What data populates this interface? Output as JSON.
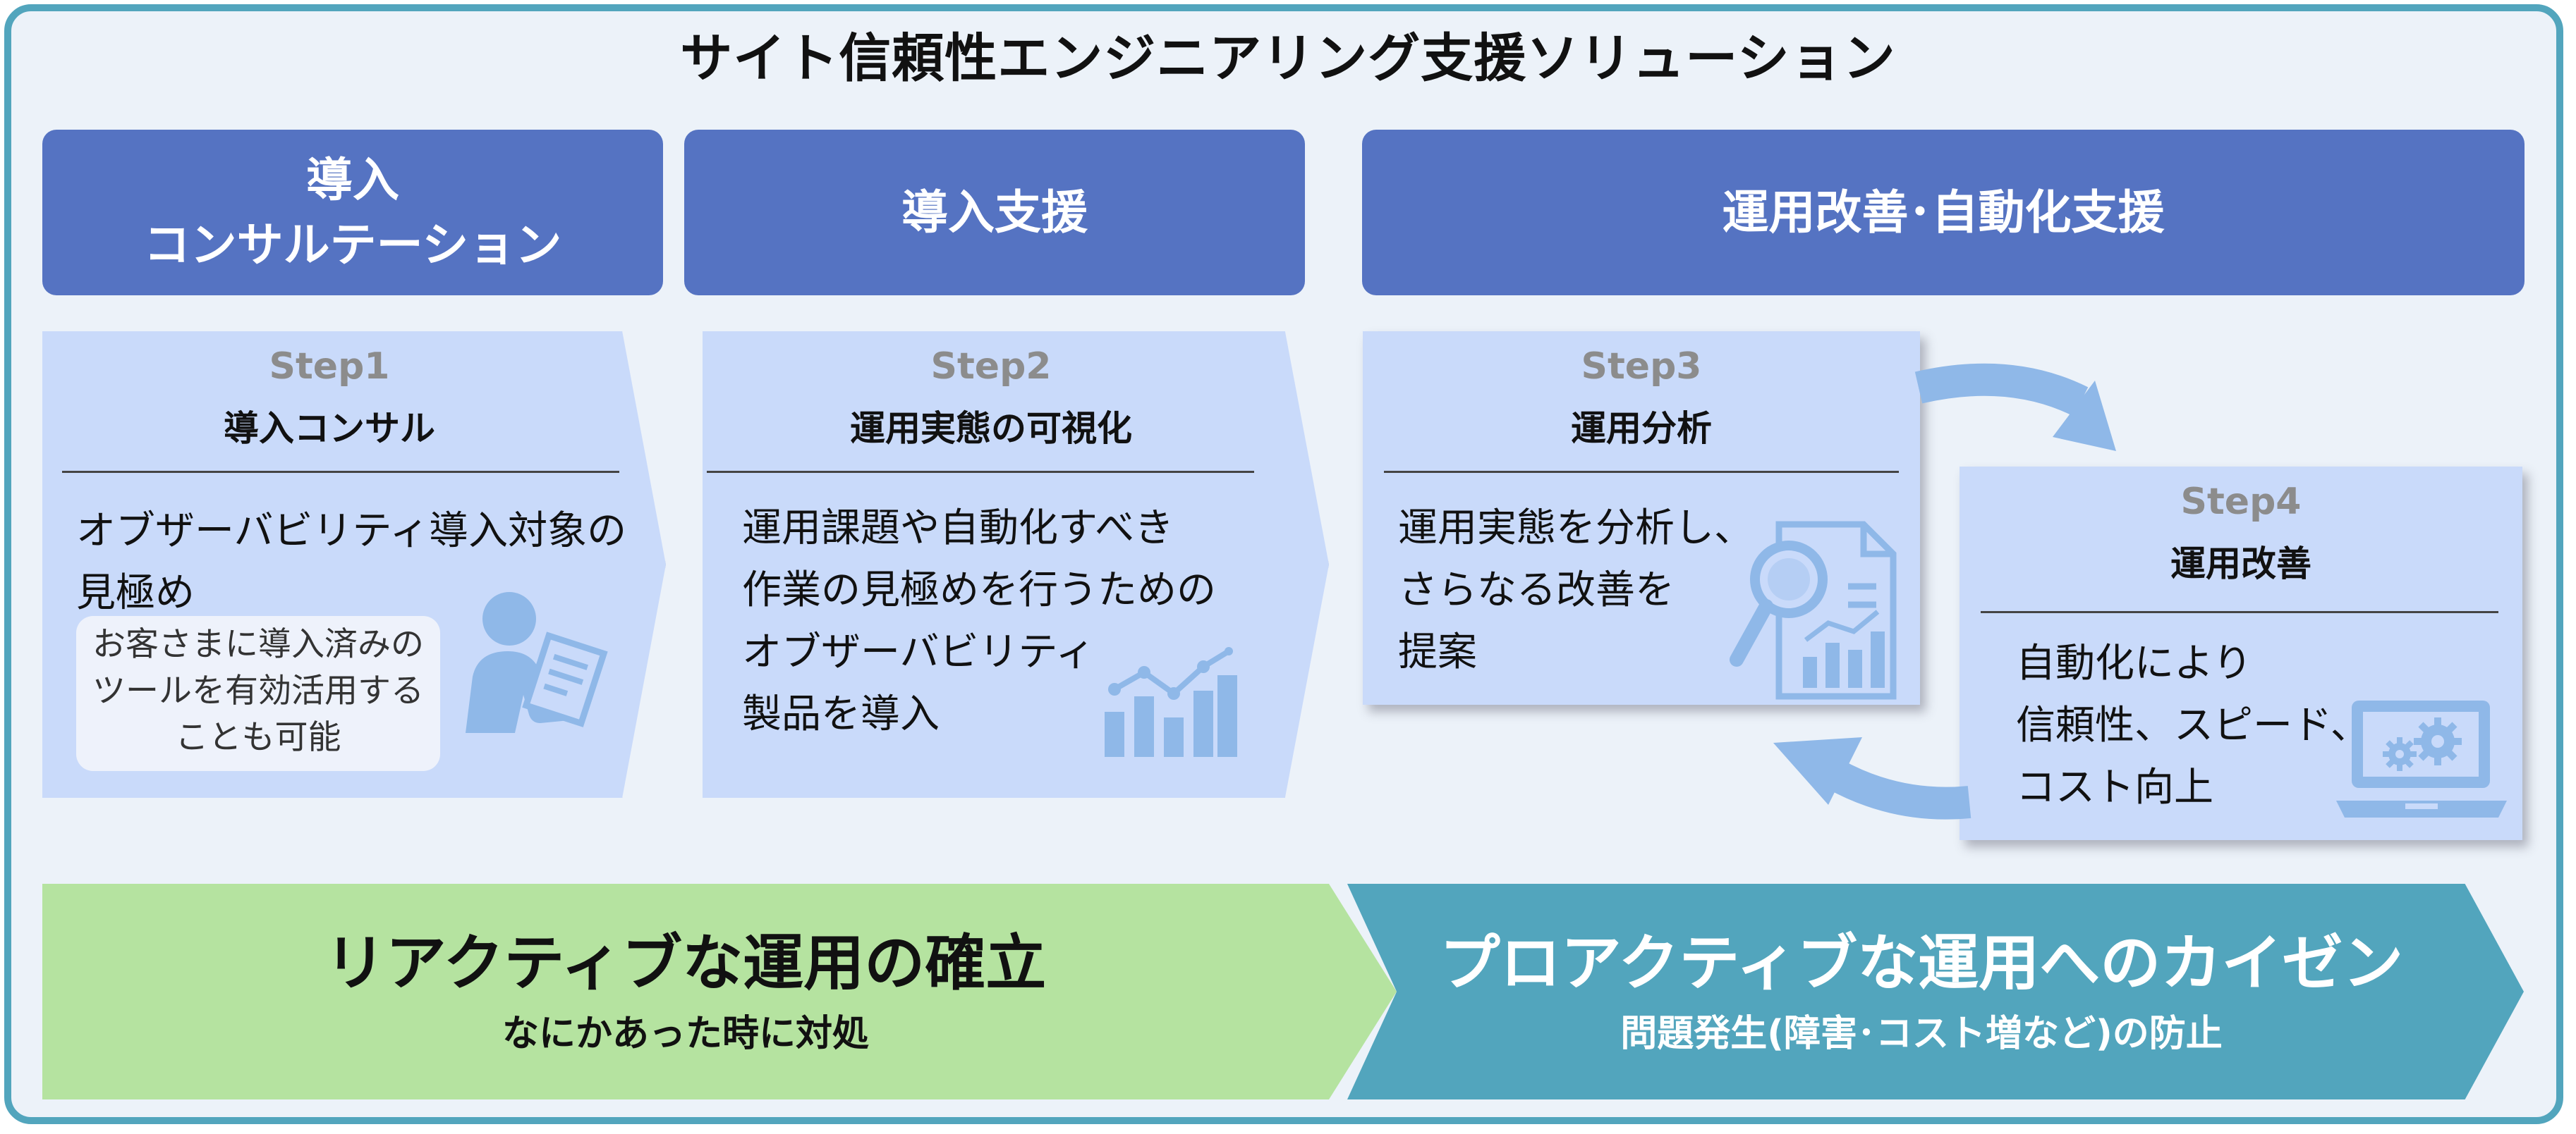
{
  "title": "サイト信頼性エンジニアリング支援ソリューション",
  "phases": [
    {
      "line1": "導入",
      "line2": "コンサルテーション"
    },
    {
      "label": "導入支援"
    },
    {
      "label": "運用改善･自動化支援"
    }
  ],
  "steps": [
    {
      "step": "Step1",
      "name": "導入コンサル",
      "body": [
        "オブザーバビリティ導入対象の",
        "見極め"
      ],
      "note": [
        "お客さまに導入済みの",
        "ツールを有効活用する",
        "ことも可能"
      ],
      "icon": "person-writing-document-icon"
    },
    {
      "step": "Step2",
      "name": "運用実態の可視化",
      "body": [
        "運用課題や自動化すべき",
        "作業の見極めを行うための",
        "オブザーバビリティ",
        "製品を導入"
      ],
      "icon": "bar-chart-trend-icon"
    },
    {
      "step": "Step3",
      "name": "運用分析",
      "body": [
        "運用実態を分析し、",
        "さらなる改善を",
        "提案"
      ],
      "icon": "magnifier-report-icon"
    },
    {
      "step": "Step4",
      "name": "運用改善",
      "body": [
        "自動化により",
        "信頼性、スピード、",
        "コスト向上"
      ],
      "icon": "laptop-gears-icon"
    }
  ],
  "bands": [
    {
      "main": "リアクティブな運用の確立",
      "sub": "なにかあった時に対処",
      "color": "#b5e3a0"
    },
    {
      "main": "プロアクティブな運用へのカイゼン",
      "sub": "問題発生(障害･コスト増など)の防止",
      "color": "#52a5bd"
    }
  ],
  "colors": {
    "frame": "#52a5bd",
    "phase": "#5573c2",
    "step": "#c9dafa",
    "icon": "#8fb8e8",
    "cycle_arrow": "#8fb8e8"
  }
}
